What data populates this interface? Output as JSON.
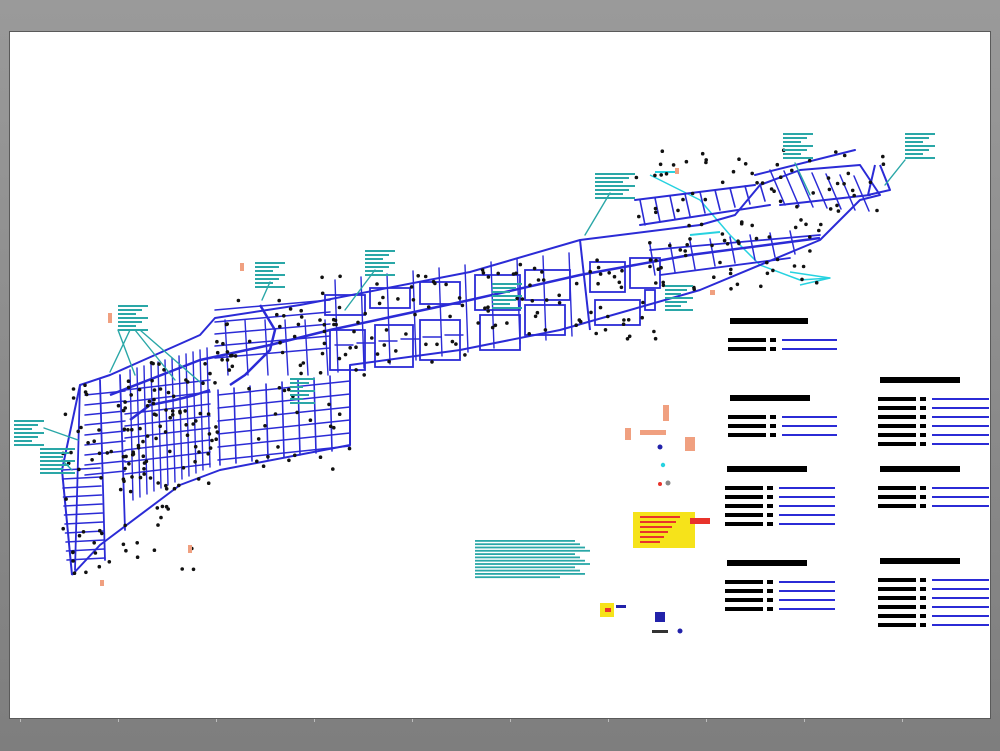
{
  "viewer": {
    "background_color": "#8c8c8c",
    "sheet_color": "#ffffff"
  },
  "colors": {
    "network": "#2b2bd6",
    "node": "#111111",
    "annotation": "#2aa7a7",
    "secondary_network": "#27d2e0",
    "marker": "#f0a080",
    "table_header": "#000000",
    "table_line": "#2b2bd6",
    "legend_yellow": "#f6e31a",
    "legend_red": "#e8332b"
  },
  "layers": {
    "main_network": "blue-pipe-network",
    "secondary_network": "cyan-pipe-network",
    "annotations": "teal-callout-labels",
    "tables": "summary-tables",
    "title_block": "legend-block"
  }
}
